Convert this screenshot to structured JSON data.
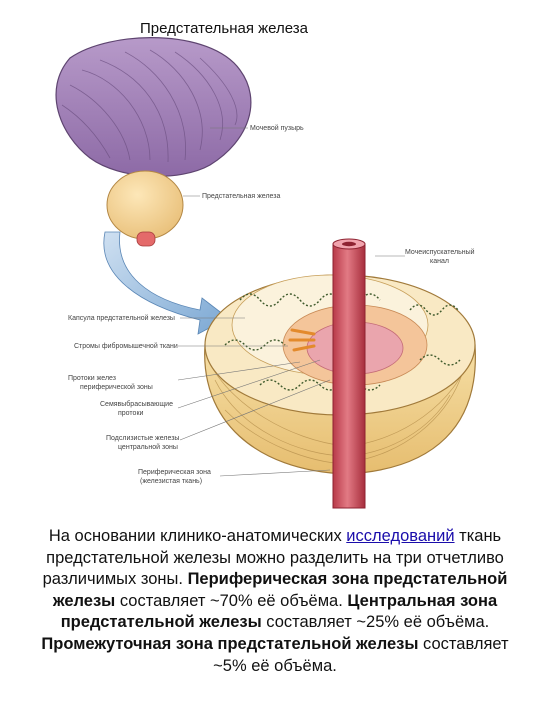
{
  "title": "Предстательная железа",
  "labels": {
    "bladder": "Мочевой пузырь",
    "prostate": "Предстательная железа",
    "urethra_1": "Мочеиспускательный",
    "urethra_2": "канал",
    "capsule": "Капсула предстательной железы",
    "fibromuscular": "Стромы фибромышечной ткани",
    "peripheral_ducts_1": "Протоки желез",
    "peripheral_ducts_2": "периферической зоны",
    "ejaculatory_1": "Семявыбрасывающие",
    "ejaculatory_2": "протоки",
    "central_1": "Подслизистые железы",
    "central_2": "центральной зоны",
    "peripheral_zone_1": "Периферическая зона",
    "peripheral_zone_2": "(железистая ткань)"
  },
  "caption": {
    "p1": "На основании клинико-анатомических ",
    "link": "исследований",
    "p2": " ткань предстательной железы можно разделить на три отчетливо различимых зоны. ",
    "b1": "Периферическая зона предстательной железы",
    "p3": " составляет ~70% её объёма. ",
    "b2": "Центральная зона предстательной железы",
    "p4": " составляет ~25% её объёма. ",
    "b3": "Промежуточная зона предстательной железы",
    "p5": " составляет ~5% её объёма."
  }
}
